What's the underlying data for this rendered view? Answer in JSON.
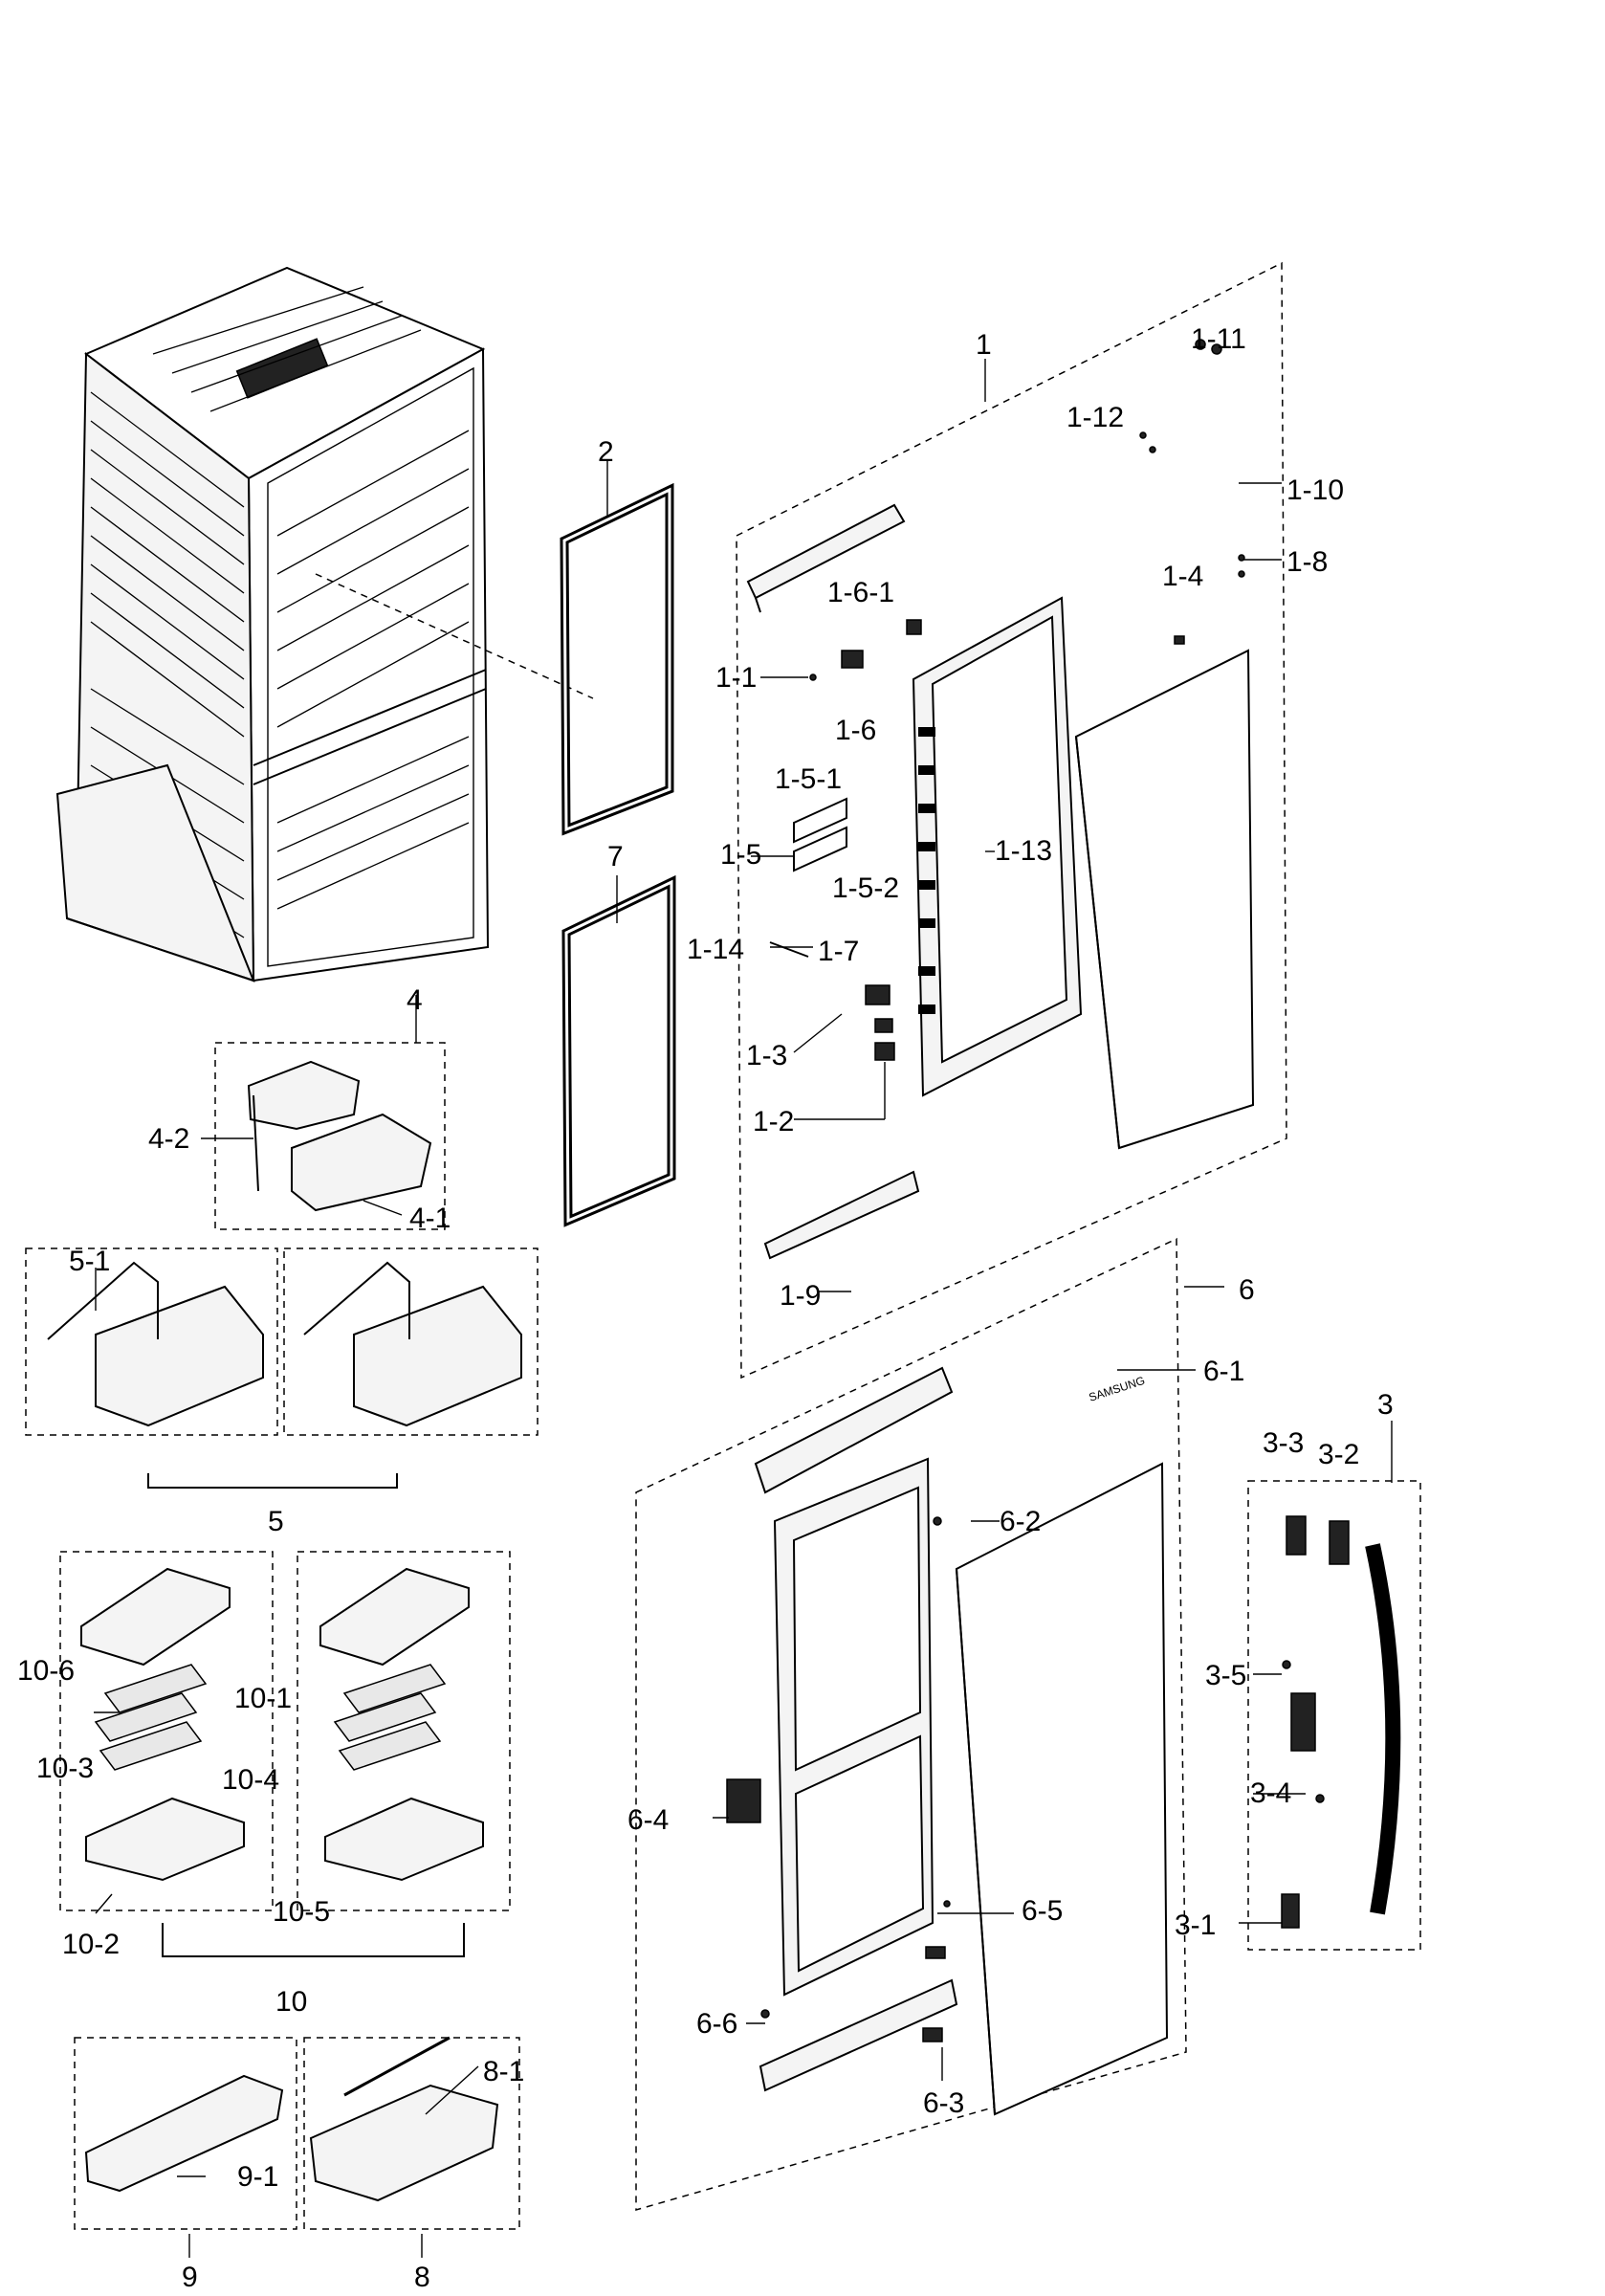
{
  "diagram": {
    "title": "",
    "callouts": {
      "c1": "1",
      "c1_1": "1-1",
      "c1_2": "1-2",
      "c1_3": "1-3",
      "c1_4": "1-4",
      "c1_5": "1-5",
      "c1_5_1": "1-5-1",
      "c1_5_2": "1-5-2",
      "c1_6": "1-6",
      "c1_6_1": "1-6-1",
      "c1_7": "1-7",
      "c1_8": "1-8",
      "c1_9": "1-9",
      "c1_10": "1-10",
      "c1_11": "1-11",
      "c1_12": "1-12",
      "c1_13": "1-13",
      "c1_14": "1-14",
      "c2": "2",
      "c3": "3",
      "c3_1": "3-1",
      "c3_2": "3-2",
      "c3_3": "3-3",
      "c3_4": "3-4",
      "c3_5": "3-5",
      "c4": "4",
      "c4_1": "4-1",
      "c4_2": "4-2",
      "c5": "5",
      "c5_1": "5-1",
      "c6": "6",
      "c6_1": "6-1",
      "c6_2": "6-2",
      "c6_3": "6-3",
      "c6_4": "6-4",
      "c6_5": "6-5",
      "c6_6": "6-6",
      "c7": "7",
      "c8": "8",
      "c8_1": "8-1",
      "c9": "9",
      "c9_1": "9-1",
      "c10": "10",
      "c10_1": "10-1",
      "c10_2": "10-2",
      "c10_3": "10-3",
      "c10_4": "10-4",
      "c10_5": "10-5",
      "c10_6": "10-6"
    },
    "door_brand_mark": "SAMSUNG"
  }
}
